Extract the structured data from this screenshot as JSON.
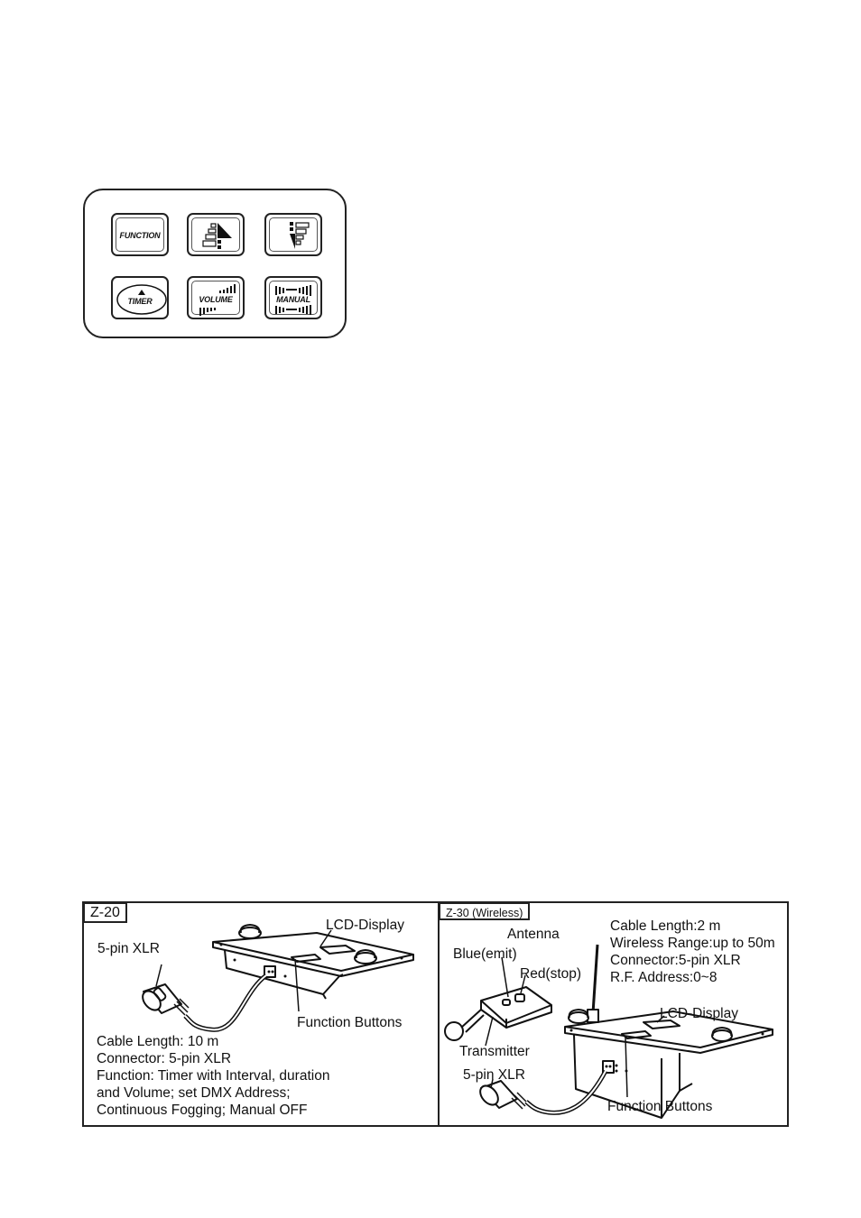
{
  "control_panel": {
    "keys": {
      "function": "FUNCTION",
      "up": "",
      "down": "",
      "timer": "TIMER",
      "volume": "VOLUME",
      "manual": "MANUAL"
    }
  },
  "figure": {
    "z20": {
      "model": "Z-20",
      "label_xlr": "5-pin XLR",
      "label_lcd": "LCD-Display",
      "label_buttons": "Function Buttons",
      "specs": [
        "Cable Length: 10 m",
        "Connector: 5-pin XLR",
        "Function: Timer with Interval, duration",
        "and Volume; set DMX Address;",
        "Continuous Fogging; Manual OFF"
      ]
    },
    "z30": {
      "model": "Z-30 (Wireless)",
      "label_antenna": "Antenna",
      "label_blue": "Blue(emit)",
      "label_red": "Red(stop)",
      "label_transmitter": "Transmitter",
      "label_xlr": "5-pin XLR",
      "label_lcd": "LCD-Display",
      "label_buttons": "Function Buttons",
      "specs": [
        "Cable Length:2 m",
        "Wireless Range:up to 50m",
        "Connector:5-pin XLR",
        "R.F. Address:0~8"
      ]
    }
  }
}
